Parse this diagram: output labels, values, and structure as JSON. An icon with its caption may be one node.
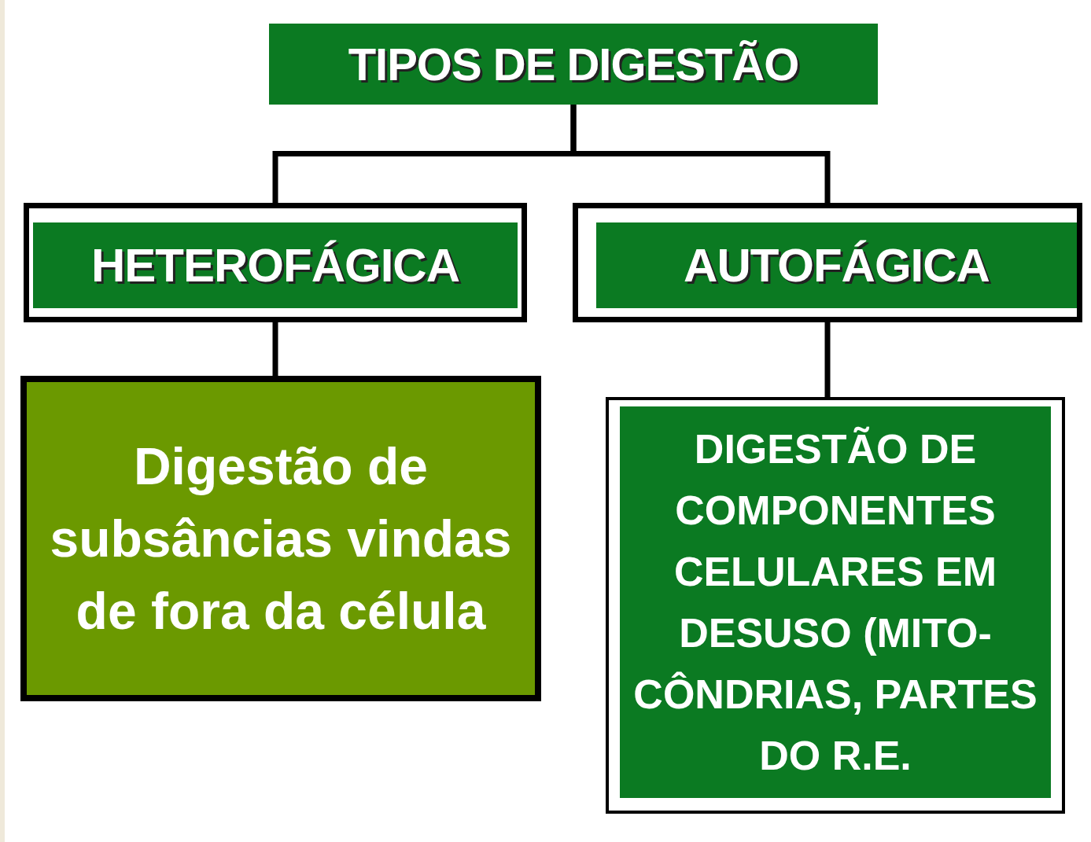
{
  "diagram": {
    "nodes": [
      {
        "text": [
          "TIPOS DE DIGESTÃO"
        ]
      },
      {
        "text": [
          "HETEROFÁGICA"
        ]
      },
      {
        "text": [
          "AUTOFÁGICA"
        ]
      },
      {
        "text": [
          "Digestão de subsâncias vindas de fora da célula"
        ]
      },
      {
        "text": [
          "DIGESTÃO DE COMPONENTES CELULARES EM DESUSO (MITO- CÔNDRIAS, PARTES DO R.E."
        ]
      }
    ],
    "edges": [
      {
        "from": 0,
        "to": 1,
        "arrow": "none"
      },
      {
        "from": 0,
        "to": 2,
        "arrow": "none"
      },
      {
        "from": 1,
        "to": 3,
        "arrow": "none"
      },
      {
        "from": 2,
        "to": 4,
        "arrow": "none"
      }
    ]
  }
}
